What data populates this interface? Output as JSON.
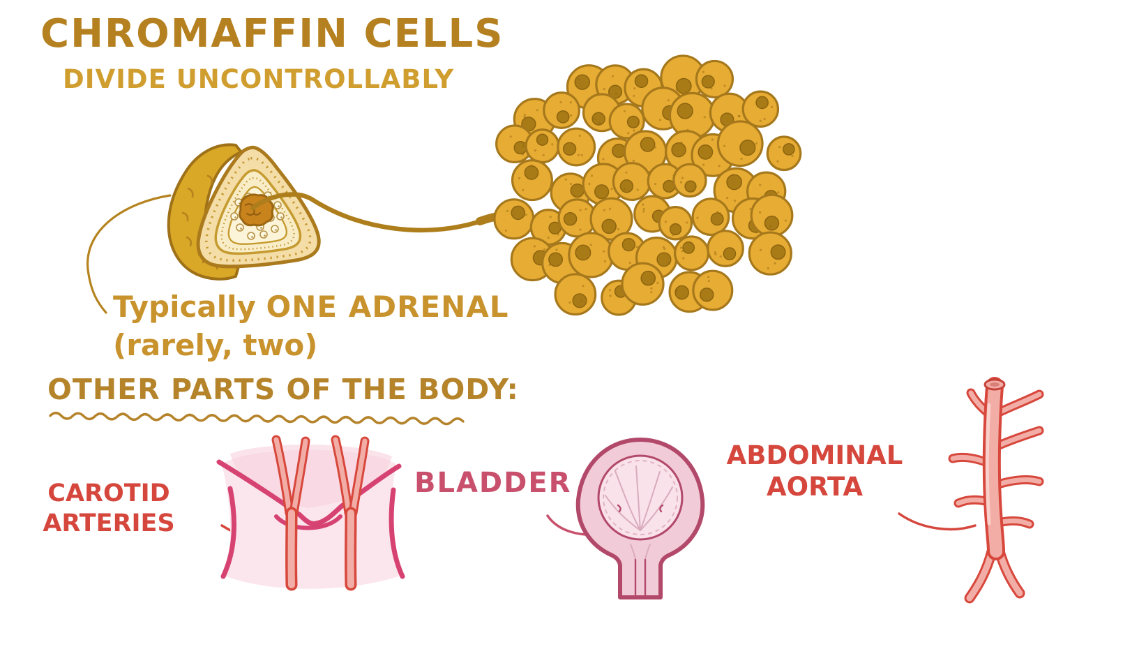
{
  "title": {
    "text": "CHROMAFFIN CELLS",
    "color": "#b5801f"
  },
  "subtitle": {
    "text": "DIVIDE UNCONTROLLABLY",
    "color": "#d09d2f"
  },
  "adrenal_note": {
    "lead": "Typically ",
    "emphasis": "ONE ADRENAL",
    "line2": "(rarely, two)",
    "color": "#c8922c"
  },
  "section_heading": {
    "text": "OTHER PARTS OF THE BODY:",
    "color": "#b5832a"
  },
  "body_parts": [
    {
      "id": "carotid-arteries",
      "label_line1": "CAROTID",
      "label_line2": "ARTERIES",
      "color": "#d5463c"
    },
    {
      "id": "bladder",
      "label_line1": "BLADDER",
      "label_line2": "",
      "color": "#c8506c"
    },
    {
      "id": "abdominal-aorta",
      "label_line1": "ABDOMINAL",
      "label_line2": "AORTA",
      "color": "#d5463c"
    }
  ],
  "illustrations": {
    "adrenal_gland": "adrenal-gland-cross-section",
    "cell_cluster": "chromaffin-cell-tumor-cluster",
    "carotid": "neck-with-carotid-arteries",
    "bladder": "urinary-bladder",
    "aorta": "abdominal-aorta-with-branches"
  },
  "palette": {
    "gold_dark": "#b5801f",
    "gold_mid": "#c8922c",
    "gold_light": "#d09d2f",
    "cell_fill": "#e7ac33",
    "cell_outline": "#a6781c",
    "red_label": "#d5463c",
    "rose_label": "#c8506c",
    "magenta_outline": "#d64372",
    "artery_fill": "#f2aea6",
    "bladder_outline": "#b2496a",
    "bladder_fill": "#f2cbd8",
    "background": "#ffffff"
  }
}
